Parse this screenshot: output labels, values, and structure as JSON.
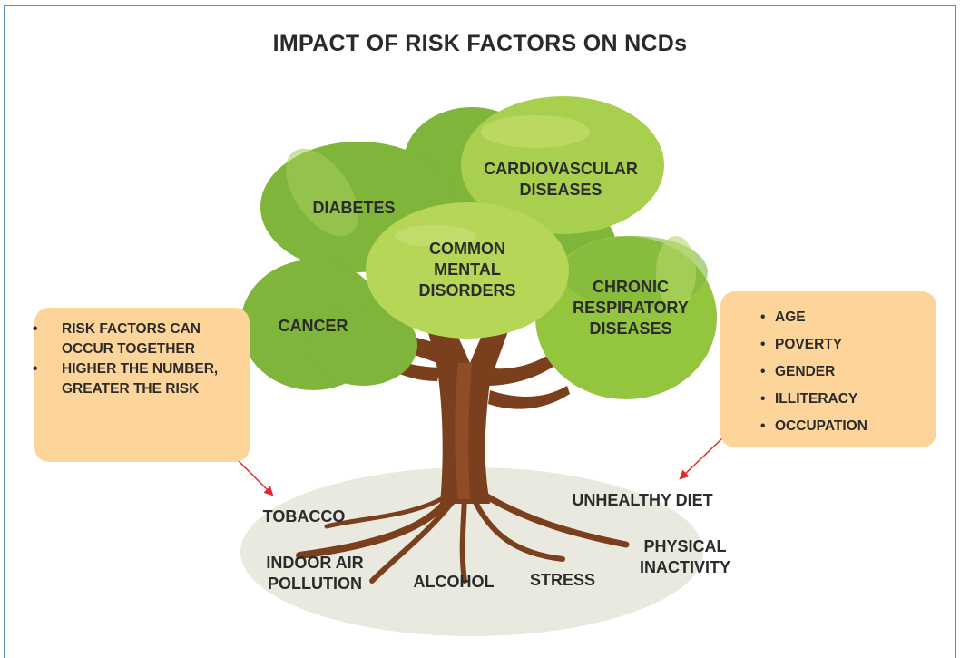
{
  "title": "IMPACT OF RISK FACTORS ON NCDs",
  "diseases": {
    "cardiovascular": [
      "CARDIOVASCULAR",
      "DISEASES"
    ],
    "diabetes": "DIABETES",
    "mental": [
      "COMMON",
      "MENTAL",
      "DISORDERS"
    ],
    "respiratory": [
      "CHRONIC",
      "RESPIRATORY",
      "DISEASES"
    ],
    "cancer": "CANCER"
  },
  "risk_factors": {
    "tobacco": "TOBACCO",
    "indoor_air": [
      "INDOOR AIR",
      "POLLUTION"
    ],
    "alcohol": "ALCOHOL",
    "stress": "STRESS",
    "physical_inactivity": [
      "PHYSICAL",
      "INACTIVITY"
    ],
    "unhealthy_diet": "UNHEALTHY DIET"
  },
  "left_box": {
    "items": [
      "RISK FACTORS CAN OCCUR TOGETHER",
      "HIGHER THE NUMBER, GREATER THE RISK"
    ]
  },
  "right_box": {
    "items": [
      "AGE",
      "POVERTY",
      "GENDER",
      "ILLITERACY",
      "OCCUPATION"
    ]
  },
  "colors": {
    "foliage_dark": "#7fb53a",
    "foliage_mid": "#94c53f",
    "foliage_light": "#b5d656",
    "trunk": "#7a3f1d",
    "ground": "#e9e9e0",
    "box": "#fdd49a",
    "arrow": "#e02b2b",
    "frame": "#5b8fb8"
  }
}
